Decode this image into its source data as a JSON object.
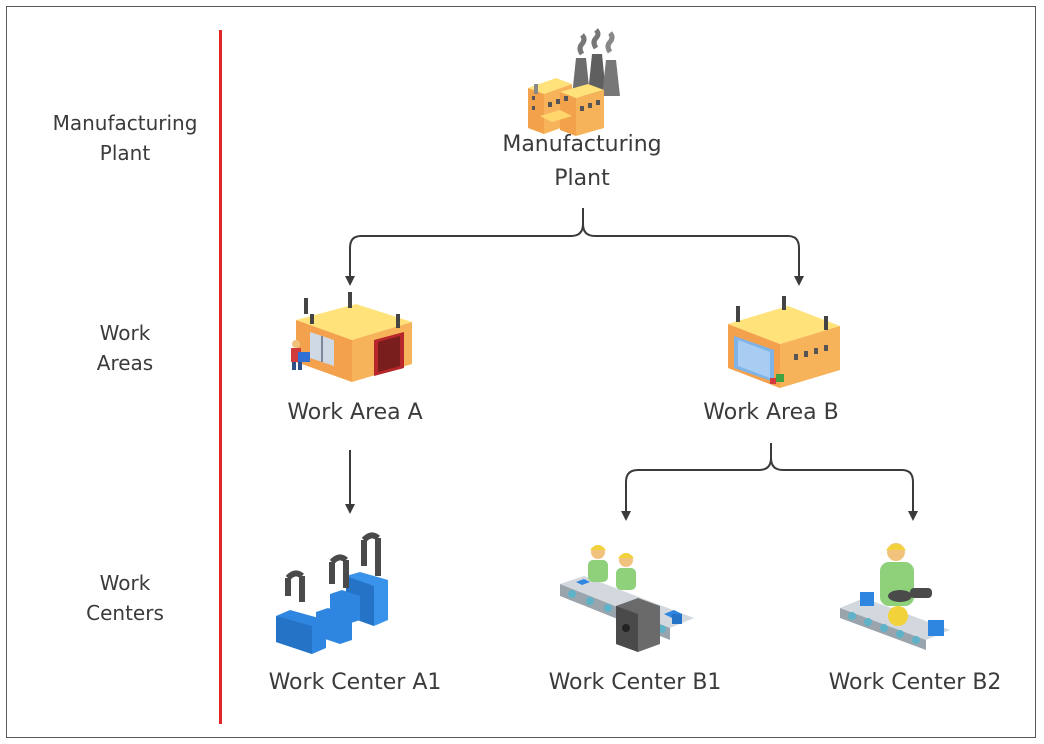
{
  "levels": {
    "plant": [
      "Manufacturing",
      "Plant"
    ],
    "areas": [
      "Work",
      "Areas"
    ],
    "centers": [
      "Work",
      "Centers"
    ]
  },
  "nodes": {
    "plant": [
      "Manufacturing",
      "Plant"
    ],
    "area_a": "Work Area A",
    "area_b": "Work Area B",
    "center_a1": "Work Center  A1",
    "center_b1": "Work Center  B1",
    "center_b2": "Work Center  B2"
  },
  "icons": {
    "plant": "factory-smokestacks-icon",
    "area_a": "warehouse-with-worker-icon",
    "area_b": "warehouse-icon",
    "center_a1": "robotic-arms-icon",
    "center_b1": "assembly-line-workers-icon",
    "center_b2": "conveyor-worker-icon"
  },
  "colors": {
    "divider": "#e0262a",
    "connector": "#3b3b3b",
    "building_top": "#ffe27a",
    "building_side": "#f7a54d",
    "blue_block": "#2f86e0"
  }
}
